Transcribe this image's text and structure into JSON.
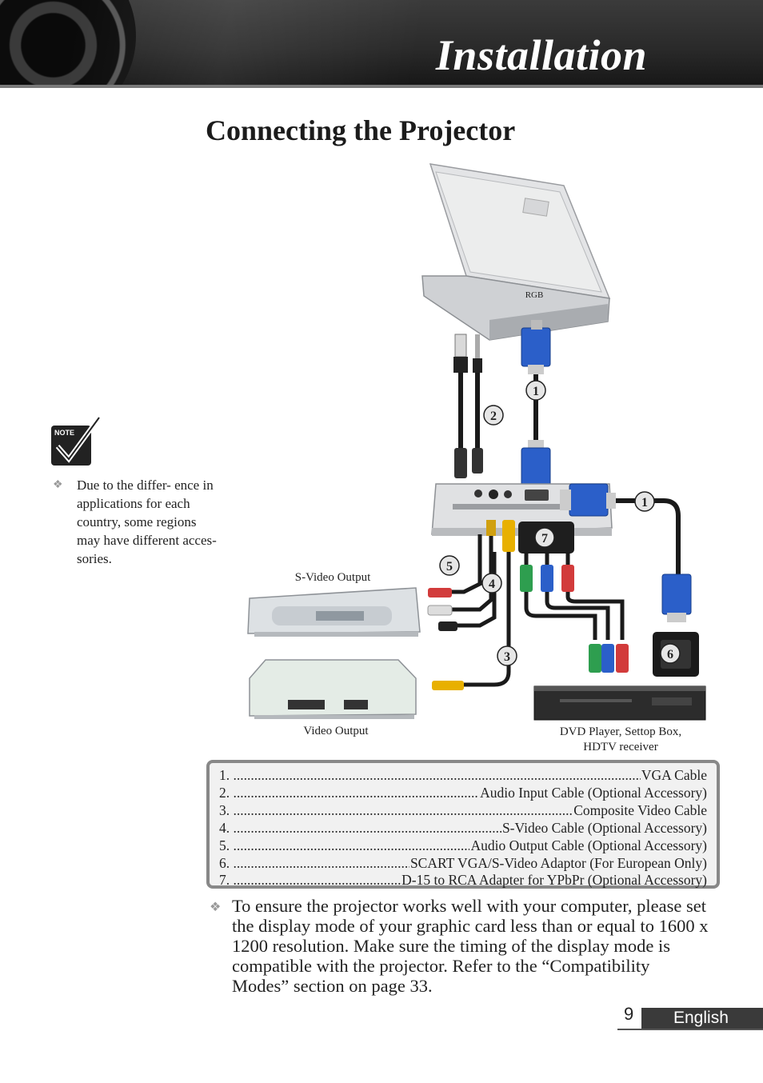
{
  "header": {
    "title": "Installation"
  },
  "page_title": "Connecting the Projector",
  "diagram": {
    "labels": {
      "rgb": "RGB",
      "svideo_output": "S-Video Output",
      "video_output": "Video Output",
      "dvd_line1": "DVD Player, Settop Box,",
      "dvd_line2": "HDTV receiver"
    },
    "callouts": [
      "1",
      "2",
      "1",
      "7",
      "5",
      "4",
      "3",
      "6"
    ]
  },
  "note": {
    "label": "NOTE",
    "text": "Due to the differ- ence in applications for each country, some regions may have different acces- sories."
  },
  "cables": [
    {
      "num": "1.",
      "name": "VGA Cable"
    },
    {
      "num": "2.",
      "name": "Audio Input Cable (Optional Accessory)"
    },
    {
      "num": "3.",
      "name": "Composite Video Cable"
    },
    {
      "num": "4.",
      "name": "S-Video Cable (Optional Accessory)"
    },
    {
      "num": "5.",
      "name": "Audio Output Cable (Optional Accessory)"
    },
    {
      "num": "6.",
      "name": "SCART VGA/S-Video Adaptor (For European Only)"
    },
    {
      "num": "7.",
      "name": "D-15 to RCA Adapter for YPbPr (Optional Accessory)"
    }
  ],
  "instruction": "To ensure the projector works well with your computer, please set the display mode of your graphic card less than or equal to 1600 x 1200 resolution. Make sure the timing of the display mode is compatible with the projector. Refer to the “Compatibility Modes” section on page 33.",
  "footer": {
    "page_number": "9",
    "language": "English"
  },
  "colors": {
    "header_bg": "#2a2a2a",
    "vga_blue": "#2b5fc9",
    "cable_black": "#1a1a1a",
    "rca_yellow": "#e8b000",
    "rca_red": "#d23b3b",
    "rca_green": "#2e9e4f",
    "box_border": "#888888"
  }
}
